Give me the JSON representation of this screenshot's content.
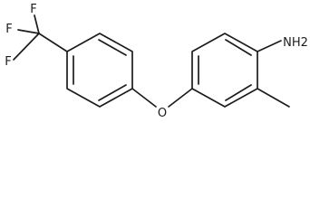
{
  "molecule": {
    "atom_labels": {
      "f1": "F",
      "f2": "F",
      "f3": "F",
      "oxygen": "O",
      "amine": "NH2"
    },
    "colors": {
      "ink": "#1c1c1c",
      "background": "#ffffff"
    }
  }
}
